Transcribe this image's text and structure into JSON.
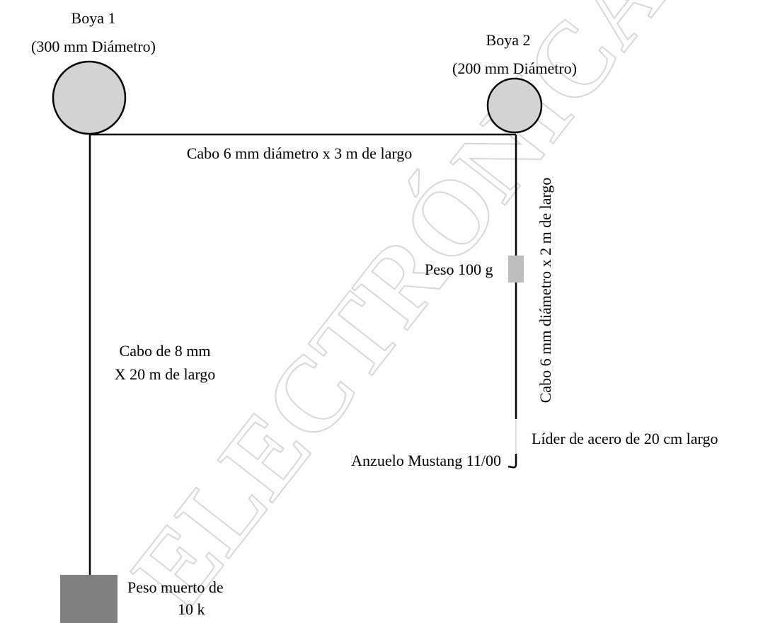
{
  "watermark": "ELECTRÓNICA INE",
  "colors": {
    "buoy_fill": "#d3d3d3",
    "line": "#000000",
    "dead_weight": "#808080",
    "small_weight": "#bdbdbd",
    "watermark": "#d6d6d6"
  },
  "buoy1": {
    "title": "Boya 1",
    "size": "(300 mm Diámetro)"
  },
  "buoy2": {
    "title": "Boya 2",
    "size": "(200 mm Diámetro)"
  },
  "rope_horizontal": "Cabo 6 mm diámetro x 3 m de largo",
  "rope_vertical_right": "Cabo 6 mm diámetro x 2 m de largo",
  "rope_main": {
    "line1": "Cabo de 8 mm",
    "line2": "X 20 m de largo"
  },
  "small_weight": "Peso 100 g",
  "steel_leader": "Líder de acero de 20 cm largo",
  "hook": "Anzuelo Mustang 11/00",
  "dead_weight": {
    "line1": "Peso muerto de",
    "line2": "10 k"
  }
}
